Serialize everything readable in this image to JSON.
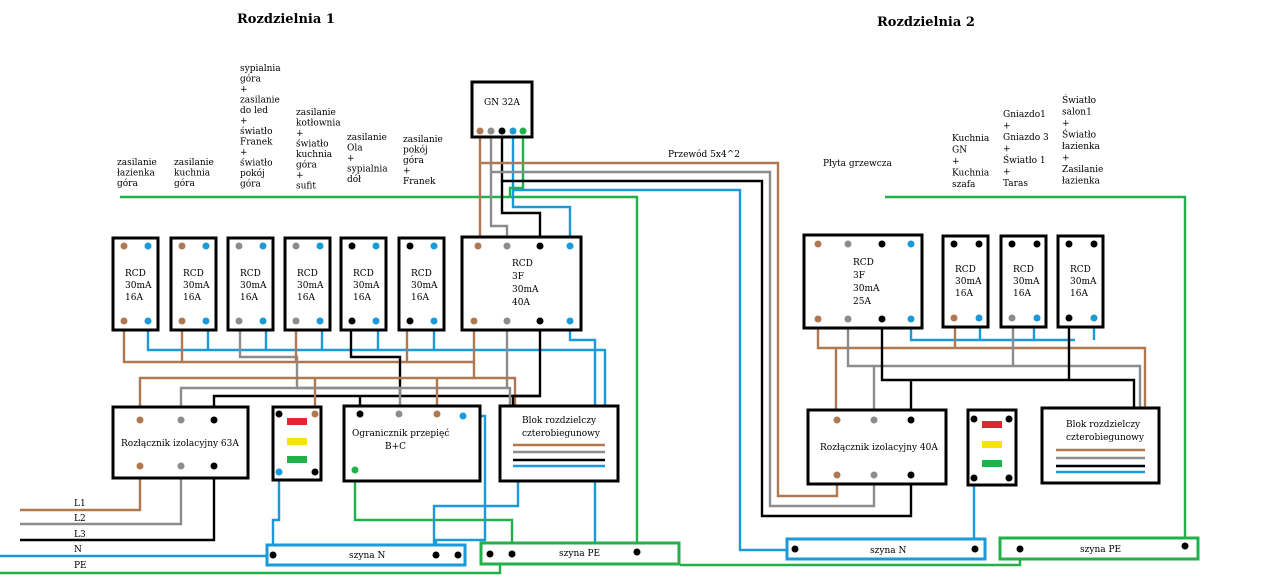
{
  "titles": {
    "r1": "Rozdzielnia 1",
    "r2": "Rozdzielnia 2"
  },
  "gn": {
    "label": "GN 32A"
  },
  "cable": "Przewód 5x4^2",
  "plyta": "Płyta grzewcza",
  "circuits1": [
    [
      "zasilanie",
      "łazienka",
      "góra"
    ],
    [
      "zasilanie",
      "kuchnia",
      "góra"
    ],
    [
      "sypialnia",
      "góra",
      "  +",
      "zasilanie",
      "do led",
      "  +",
      "światło",
      "Franek",
      "  +",
      "światło",
      "pokój",
      "góra"
    ],
    [
      "zasilanie",
      "kotłownia",
      "  +",
      "światło",
      "kuchnia",
      "góra",
      "  +",
      "sufit"
    ],
    [
      "zasilanie",
      "Ola",
      "  +",
      "sypialnia",
      "dół"
    ],
    [
      "zasilanie",
      "pokój",
      "góra",
      "  +",
      "Franek"
    ]
  ],
  "circuits2": [
    [
      "Kuchnia",
      "GN",
      "  +",
      "Kuchnia",
      "szafa"
    ],
    [
      "Gniazdo1",
      "  +",
      "Gniazdo 3",
      "  +",
      "Światło 1",
      "  +",
      "  Taras"
    ],
    [
      "Światło",
      "salon1",
      "  +",
      "Światło",
      "łazienka",
      "  +",
      "Zasilanie",
      "łazienka"
    ]
  ],
  "rcd1": [
    [
      "RCD",
      "30mA",
      "16A"
    ],
    [
      "RCD",
      "30mA",
      "16A"
    ],
    [
      "RCD",
      "30mA",
      "16A"
    ],
    [
      "RCD",
      "30mA",
      "16A"
    ],
    [
      "RCD",
      "30mA",
      "16A"
    ],
    [
      "RCD",
      "30mA",
      "16A"
    ]
  ],
  "rcd3f1": [
    "RCD",
    "3F",
    "30mA",
    "40A"
  ],
  "rcd3f2": [
    "RCD",
    "3F",
    "30mA",
    "25A"
  ],
  "rcd2": [
    [
      "RCD",
      "30mA",
      "16A"
    ],
    [
      "RCD",
      "30mA",
      "16A"
    ],
    [
      "RCD",
      "30mA",
      "16A"
    ]
  ],
  "switch1": "Rozłącznik izolacyjny  63A",
  "switch2": "Rozłącznik izolacyjny  40A",
  "spd": [
    "Ogranicznik przepięć",
    "B+C"
  ],
  "blok": [
    "Blok rozdzielczy",
    "czterobiegunowy"
  ],
  "bus": {
    "n": "szyna N",
    "pe": "szyna PE"
  },
  "lines": [
    "L1",
    "L2",
    "L3",
    "N",
    "PE"
  ],
  "colors": {
    "brown": "#b07850",
    "grey": "#8c8c8c",
    "black": "#000000",
    "blue": "#1a9ad8",
    "green": "#22b04a",
    "red": "#e0262e",
    "yellow": "#f5e20a"
  }
}
